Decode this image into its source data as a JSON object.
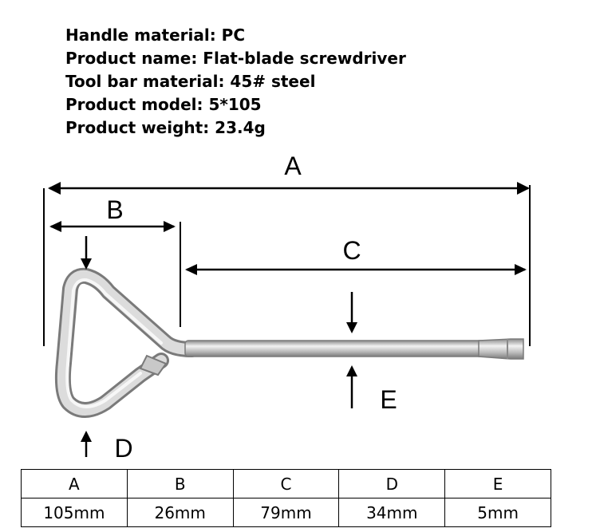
{
  "specs": {
    "handle_material": "Handle material: PC",
    "product_name": "Product name: Flat-blade screwdriver",
    "tool_bar_material": "Tool bar material: 45# steel",
    "product_model": "Product model: 5*105",
    "product_weight": "Product weight: 23.4g"
  },
  "diagram_labels": {
    "a": "A",
    "b": "B",
    "c": "C",
    "d": "D",
    "e": "E"
  },
  "dimension_table": {
    "headers": [
      "A",
      "B",
      "C",
      "D",
      "E"
    ],
    "values": [
      "105mm",
      "26mm",
      "79mm",
      "34mm",
      "5mm"
    ]
  },
  "colors": {
    "steel_light": "#e6e6e6",
    "steel_mid": "#b4b4b4",
    "steel_dark": "#7c7c7c"
  }
}
